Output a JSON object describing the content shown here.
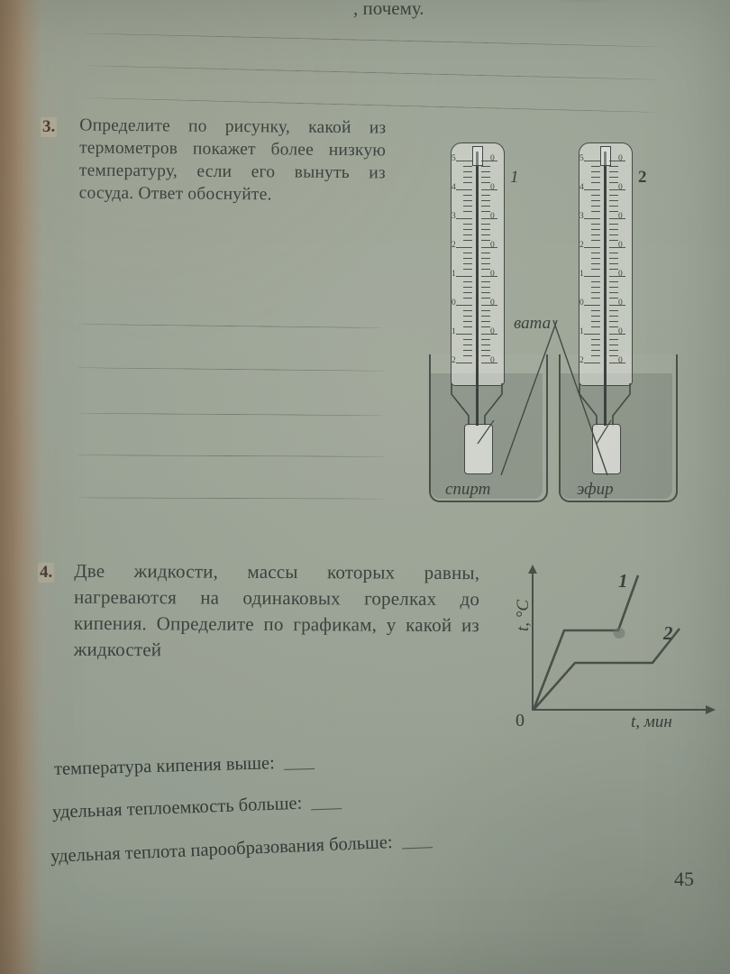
{
  "page": {
    "number": "45",
    "top_cut_text": ", почему."
  },
  "task3": {
    "number": "3.",
    "text": "Определите по рисунку, какой из термометров покажет более низкую температуру, если его вынуть из сосуда. Ответ обоснуйте.",
    "answer_lines": 5,
    "figure": {
      "thermometer_labels": [
        "1",
        "2"
      ],
      "cotton_label": "вата",
      "vessel_labels": [
        "спирт",
        "эфир"
      ],
      "scale_numbers_left": [
        "5",
        "4",
        "3",
        "2",
        "1",
        "0",
        "1",
        "2"
      ],
      "scale_numbers_right": [
        "0",
        "0",
        "0",
        "0",
        "0",
        "0",
        "0",
        "0"
      ],
      "scale_values": [
        "50",
        "40",
        "30",
        "20",
        "10",
        "0",
        "10",
        "20"
      ]
    }
  },
  "task4": {
    "number": "4.",
    "text": "Две жидкости, массы которых равны, нагреваются на одинаковых горелках до кипения. Определите по графикам, у какой из жидкостей",
    "questions": [
      "температура кипения выше:",
      "удельная теплоемкость больше:",
      "удельная теплота парообразования больше:"
    ]
  },
  "chart_data": {
    "type": "line",
    "title": "",
    "xlabel": "t, мин",
    "ylabel": "t, °C",
    "origin_label": "0",
    "grid": false,
    "legend_position": "inline-end-of-curve",
    "axis_note": "qualitative heating curves, no numeric ticks",
    "series": [
      {
        "name": "1",
        "label": "1",
        "x": [
          0,
          2.4,
          6.6,
          8.4
        ],
        "y": [
          0,
          5.6,
          5.6,
          10.4
        ],
        "description": "steep heating, higher boiling plateau, shorter plateau, then steep rise"
      },
      {
        "name": "2",
        "label": "2",
        "x": [
          0,
          3.2,
          9.2,
          11.6
        ],
        "y": [
          0,
          3.2,
          3.2,
          6.5
        ],
        "description": "slower heating, lower boiling plateau, longer plateau, then rise"
      }
    ],
    "xlim": [
      0,
      13
    ],
    "ylim": [
      0,
      12
    ]
  }
}
